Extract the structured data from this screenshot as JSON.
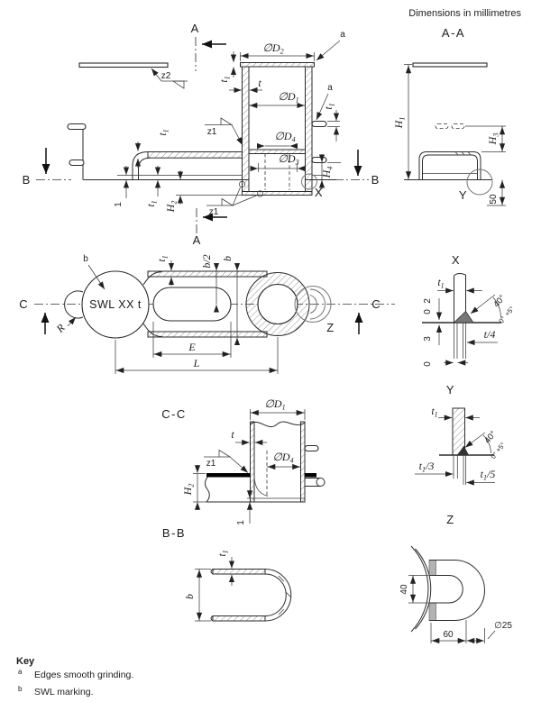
{
  "note": "Dimensions in millimetres",
  "titles": {
    "aa": "A-A",
    "cc": "C-C",
    "bb": "B-B",
    "x": "X",
    "y": "Y",
    "z": "Z"
  },
  "markers": {
    "a": "A",
    "b": "B",
    "c": "C"
  },
  "welds": {
    "z1": "z1",
    "z2": "z2"
  },
  "callouts": {
    "a": "a",
    "b": "b"
  },
  "sym": {
    "phiD": "∅D",
    "sub1": "1",
    "sub2": "2",
    "sub3": "3",
    "sub4": "4",
    "H": "H",
    "t": "t",
    "b": "b",
    "bhalf": "b/2",
    "E": "E",
    "L": "L",
    "R": "R",
    "swl": "SWL XX t",
    "one": "1",
    "fifty": "50",
    "forty": "40",
    "sixty": "60",
    "phi25": "∅25",
    "deg40": "40°",
    "tolPlus": "+5°",
    "tolZero": "0°",
    "two": "2",
    "zero": "0",
    "three": "3",
    "tQuarter": "t/4",
    "thirdSuffix": "/3",
    "fifthSuffix": "/5"
  },
  "key": {
    "title": "Key",
    "items": [
      {
        "sup": "a",
        "text": "Edges smooth grinding."
      },
      {
        "sup": "b",
        "text": "SWL marking."
      }
    ]
  }
}
